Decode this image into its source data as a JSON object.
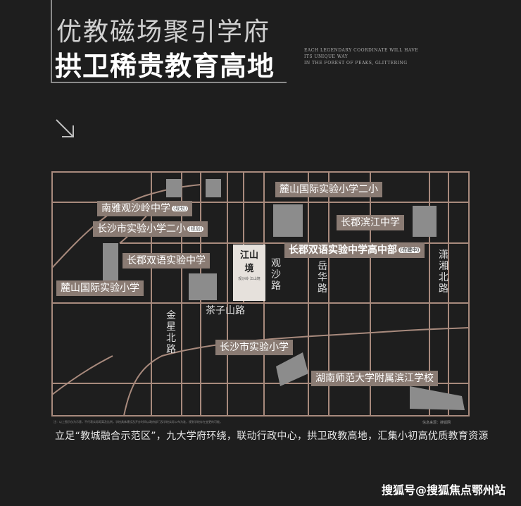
{
  "header": {
    "title_line1": "优教磁场聚引学府",
    "title_line2": "拱卫稀贵教育高地",
    "english_lines": [
      "EACH LEGENDARY COORDINATE WILL HAVE",
      "ITS UNIQUE WAY",
      "IN THE FOREST OF PEAKS, GLITTERING"
    ]
  },
  "map": {
    "schools": [
      {
        "id": "nanya",
        "label": "南雅观沙岭中学",
        "tag": "(规划)"
      },
      {
        "id": "cs-exp2",
        "label": "长沙市实验小学二小",
        "tag": "(规划)"
      },
      {
        "id": "lushan-exp2",
        "label": "麓山国际实验小学二小"
      },
      {
        "id": "cj-binjiang",
        "label": "长郡滨江中学"
      },
      {
        "id": "cj-bilingual-high",
        "label": "长郡双语实验中学高中部",
        "tag": "(在建中)"
      },
      {
        "id": "cj-bilingual",
        "label": "长郡双语实验中学"
      },
      {
        "id": "lushan-exp",
        "label": "麓山国际实验小学"
      },
      {
        "id": "cs-exp",
        "label": "长沙市实验小学"
      },
      {
        "id": "hnnu-binjiang",
        "label": "湖南师范大学附属滨江学校"
      }
    ],
    "roads": {
      "guansha": "观沙路",
      "yuehua": "岳华路",
      "xiaoxiang": "潇湘北路",
      "jinxing": "金星北路",
      "chazishan": "茶子山路"
    },
    "project": {
      "name_top": "江山",
      "name_bottom": "境",
      "sub": "观沙岭 江山境"
    }
  },
  "footnote_left": "注：以上图示仅为示意，不代表实际距离及比例，学校具体建设及开办时间以政府部门及学校实际公布为准，规划学校存在变更的可能。",
  "footnote_right": "信息来源：搜狐网",
  "caption": "立足“教城融合示范区”，九大学府环绕，联动行政中心，拱卫政教高地，汇集小初高优质教育资源",
  "watermark": "搜狐号@搜狐焦点鄂州站",
  "colors": {
    "road": "#a88a7d",
    "block": "#8c8c8c",
    "label": "#8a7b73",
    "background": "#1e1e1e"
  }
}
